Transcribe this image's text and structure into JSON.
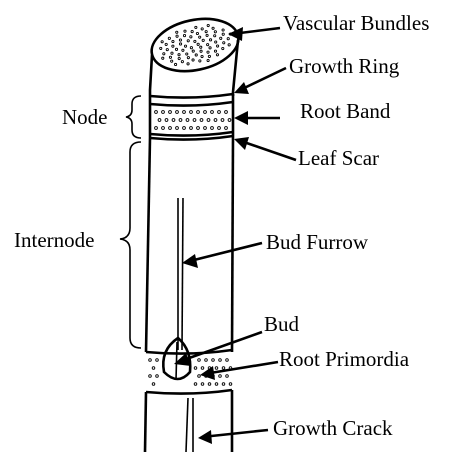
{
  "diagram": {
    "labels": {
      "vascular_bundles": "Vascular Bundles",
      "growth_ring": "Growth Ring",
      "node": "Node",
      "root_band": "Root Band",
      "leaf_scar": "Leaf Scar",
      "internode": "Internode",
      "bud_furrow": "Bud Furrow",
      "bud": "Bud",
      "root_primordia": "Root Primordia",
      "growth_crack": "Growth Crack"
    },
    "colors": {
      "line": "#000000",
      "background": "#ffffff"
    }
  }
}
